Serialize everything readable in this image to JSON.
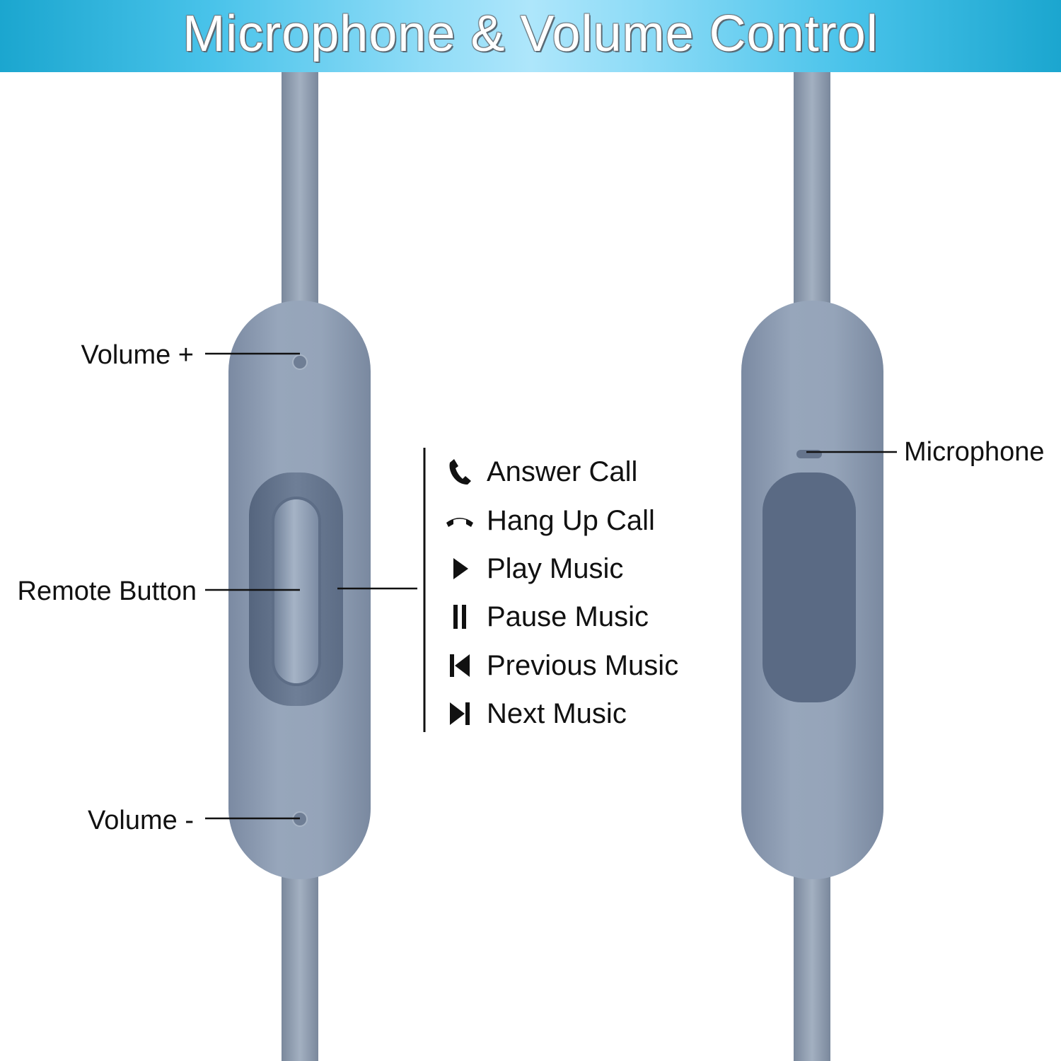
{
  "title": "Microphone & Volume Control",
  "colors": {
    "cable": "#8c9bae",
    "remote_body": "#8b9ab0",
    "remote_shadow": "#6e7d94",
    "microphone_pad": "#5a6a84",
    "text": "#111111"
  },
  "remote_labels": {
    "volume_up": "Volume +",
    "remote_button": "Remote Button",
    "volume_down": "Volume -"
  },
  "microphone_label": "Microphone",
  "functions": [
    {
      "icon": "phone-answer-icon",
      "label": "Answer Call"
    },
    {
      "icon": "phone-hangup-icon",
      "label": "Hang Up Call"
    },
    {
      "icon": "play-icon",
      "label": "Play Music"
    },
    {
      "icon": "pause-icon",
      "label": "Pause Music"
    },
    {
      "icon": "previous-track-icon",
      "label": "Previous Music"
    },
    {
      "icon": "next-track-icon",
      "label": "Next Music"
    }
  ]
}
